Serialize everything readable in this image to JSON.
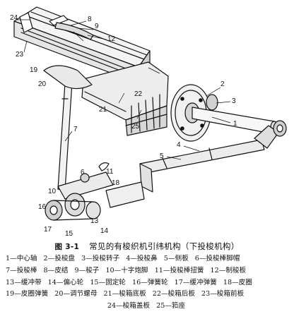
{
  "figure": {
    "number": "图 3-1",
    "caption": "常见的有梭织机引纬机构（下投梭机构）"
  },
  "callouts": [
    "1",
    "2",
    "3",
    "4",
    "5",
    "6",
    "7",
    "8",
    "9",
    "10",
    "11",
    "12",
    "13",
    "14",
    "15",
    "16",
    "17",
    "18",
    "19",
    "20",
    "21",
    "22",
    "23",
    "24",
    "25"
  ],
  "legend": {
    "rows": [
      [
        "1—中心轴",
        "2—投梭盘",
        "3—投梭转子",
        "4—投梭鼻",
        "5—侧板",
        "6—投梭棒脚帽"
      ],
      [
        "7—投梭棒",
        "8—皮结",
        "9—梭子",
        "10—十字炮脚",
        "11—投梭棒扭簧",
        "12—制梭板"
      ],
      [
        "13—缓冲带",
        "14—偏心轮",
        "15—固定轮",
        "16—弹簧轮",
        "17—缓冲弹簧",
        "18—皮圈"
      ],
      [
        "19—皮圈弹簧",
        "20—调节螺母",
        "21—梭箱底板",
        "22—梭箱后板",
        "23—梭箱前板"
      ],
      [
        "24—梭箱盖板",
        "25—筘座"
      ]
    ]
  },
  "colors": {
    "ink": "#111111",
    "paper": "#ffffff"
  }
}
